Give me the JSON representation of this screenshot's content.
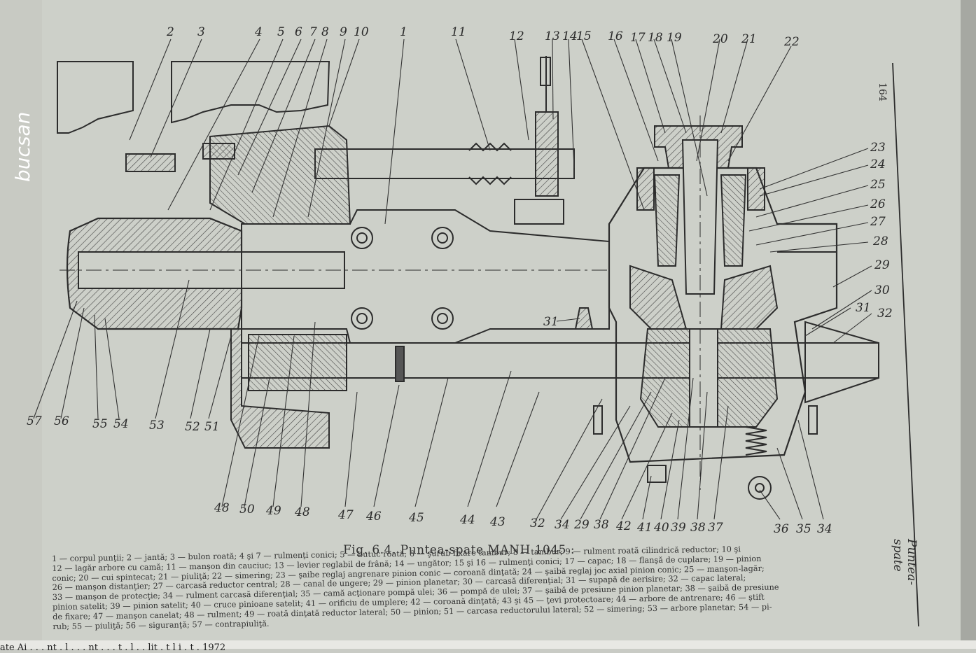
{
  "watermark": "bucsan",
  "page_number": "164",
  "side_title": "Puntea-spate",
  "figure_caption": "Fig. 6.4. Puntea-spate MANH 1045 :",
  "labels_top": [
    "2",
    "3",
    "4",
    "5",
    "6",
    "7",
    "8",
    "9",
    "10",
    "1",
    "11",
    "12",
    "13",
    "14",
    "15",
    "16",
    "17",
    "18",
    "19",
    "20",
    "21",
    "22"
  ],
  "labels_right": [
    "23",
    "24",
    "25",
    "26",
    "27",
    "28",
    "29",
    "30",
    "31",
    "32"
  ],
  "label_mid": "31",
  "labels_left_bottom": [
    "57",
    "56",
    "55",
    "54",
    "53",
    "52",
    "51"
  ],
  "labels_bottom": [
    "48",
    "50",
    "49",
    "48",
    "47",
    "46",
    "45",
    "44",
    "43",
    "32",
    "34",
    "29",
    "38",
    "42",
    "41",
    "40",
    "39",
    "38",
    "37",
    "36",
    "35",
    "34"
  ],
  "legend_lines": [
    "1 — corpul punţii; 2 — jantă; 3 — bulon roată; 4 şi 7 — rulmenţi conici; 5 — butuc roată; 6 — şurub fixare tambur; 8 — tambur; 9 — rulment roată cilindrică reductor; 10 şi",
    "12 — lagăr arbore cu camă; 11 — manşon din cauciuc; 13 — levier reglabil de frână; 14 — ungător; 15 şi 16 — rulmenţi conici; 17 — capac; 18 — flanşă de cuplare; 19 — pinion",
    "conic; 20 — cui spintecat; 21 — piuliţă; 22 — simering; 23 — şaibe reglaj angrenare pinion conic — coroană dinţată; 24 — şaibă reglaj joc axial pinion conic; 25 — manşon-lagăr;",
    "26 — manşon distanţier; 27 — carcasă reductor central; 28 — canal de ungere; 29 — pinion planetar; 30 — carcasă diferenţial; 31 — supapă de aerisire; 32 — capac lateral;",
    "33 — manşon de protecţie; 34 — rulment carcasă diferenţial; 35 — camă acţionare pompă ulei; 36 — pompă de ulei; 37 — şaibă de presiune pinion planetar; 38 — şaibă de presiune",
    "pinion satelit; 39 — pinion satelit; 40 — cruce pinioane satelit; 41 — orificiu de umplere; 42 — coroană dinţată; 43 şi 45 — ţevi protectoare; 44 — arbore de antrenare; 46 — ştift",
    "de fixare; 47 — manşon canelat; 48 — rulment; 49 — roată dinţată reductor lateral; 50 — pinion; 51 — carcasa reductorului lateral; 52 — simering; 53 — arbore planetar; 54 — pi-",
    "rub; 55 — piuliţă; 56 — siguranţă; 57 — contrapiuliţă."
  ],
  "cut_line": "ate Ai  . . .  nt . l  . . .  nt . . .  t . l  . .  lit  .  t l  i  . t . 1972"
}
